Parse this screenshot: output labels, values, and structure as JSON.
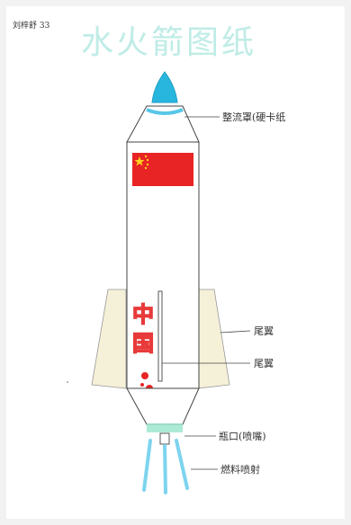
{
  "header": {
    "author": "刘梓舒 33",
    "title": "水火箭图纸"
  },
  "rocket": {
    "body_text_1": "中",
    "body_text_2": "国"
  },
  "labels": {
    "nose_cone": "整流罩(硬卡纸",
    "tail_fin_1": "尾翼",
    "tail_fin_2": "尾翼",
    "nozzle": "瓶口(喷嘴)",
    "exhaust": "燃料喷射"
  },
  "colors": {
    "nose": "#29b6de",
    "flag": "#e82424",
    "fin": "#f5f0d8",
    "text_red": "#e83a3a",
    "exhaust": "#7dd4ee",
    "title": "#bfece6"
  }
}
